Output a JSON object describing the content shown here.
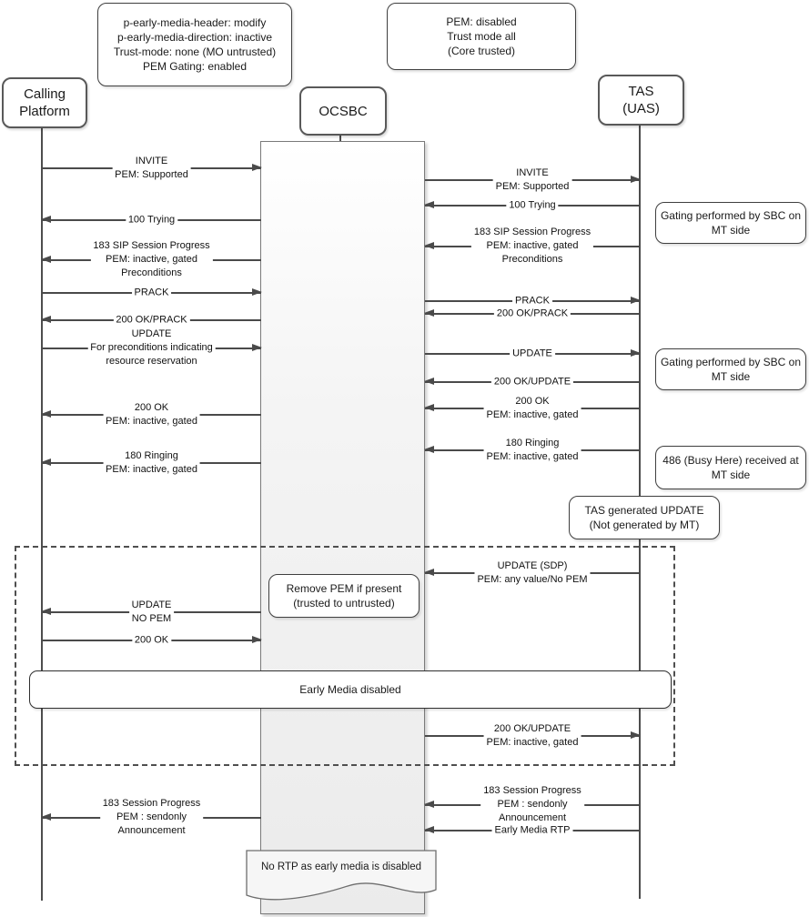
{
  "colors": {
    "line": "#4a4a4a",
    "border": "#595959",
    "note_border": "#3f3f3f",
    "activation_fill": "#ebebeb",
    "background": "#ffffff"
  },
  "diagram": {
    "actors": [
      {
        "label": "Calling\nPlatform"
      },
      {
        "label": "OCSBC"
      },
      {
        "label": "TAS\n(UAS)"
      }
    ],
    "config_notes": [
      {
        "text": "p-early-media-header: modify\np-early-media-direction: inactive\nTrust-mode: none (MO untrusted)\nPEM Gating: enabled"
      },
      {
        "text": "PEM: disabled\nTrust mode all\n(Core trusted)"
      }
    ],
    "side_notes": [
      {
        "text": "Gating performed by SBC on\nMT side"
      },
      {
        "text": "Gating performed by SBC on\nMT side"
      },
      {
        "text": "486 (Busy Here) received at\nMT side"
      },
      {
        "text": "TAS generated UPDATE\n(Not generated by MT)"
      },
      {
        "text": "Remove PEM if present\n(trusted to untrusted)"
      }
    ],
    "left_messages": [
      {
        "label": "INVITE\nPEM: Supported",
        "direction": "right"
      },
      {
        "label": "100 Trying",
        "direction": "left"
      },
      {
        "label": "183 SIP Session Progress\nPEM: inactive, gated\nPreconditions",
        "direction": "left"
      },
      {
        "label": "PRACK",
        "direction": "right"
      },
      {
        "label": "200 OK/PRACK",
        "direction": "left"
      },
      {
        "label": "UPDATE\nFor preconditions indicating\nresource reservation",
        "direction": "right"
      },
      {
        "label": "200 OK\nPEM: inactive, gated",
        "direction": "left"
      },
      {
        "label": "180 Ringing\nPEM: inactive, gated",
        "direction": "left"
      },
      {
        "label": "UPDATE\nNO PEM",
        "direction": "left"
      },
      {
        "label": "200 OK",
        "direction": "right"
      },
      {
        "label": "183 Session Progress\nPEM : sendonly\nAnnouncement",
        "direction": "left"
      }
    ],
    "right_messages": [
      {
        "label": "INVITE\nPEM: Supported",
        "direction": "right"
      },
      {
        "label": "100 Trying",
        "direction": "left"
      },
      {
        "label": "183 SIP Session Progress\nPEM: inactive, gated\nPreconditions",
        "direction": "left"
      },
      {
        "label": "PRACK",
        "direction": "right"
      },
      {
        "label": "200 OK/PRACK",
        "direction": "left"
      },
      {
        "label": "UPDATE",
        "direction": "right"
      },
      {
        "label": "200 OK/UPDATE",
        "direction": "left"
      },
      {
        "label": "200 OK\nPEM: inactive, gated",
        "direction": "left"
      },
      {
        "label": "180 Ringing\nPEM: inactive, gated",
        "direction": "left"
      },
      {
        "label": "UPDATE (SDP)\nPEM: any value/No PEM",
        "direction": "left"
      },
      {
        "label": "200 OK/UPDATE\nPEM: inactive, gated",
        "direction": "right"
      },
      {
        "label": "183 Session Progress\nPEM : sendonly\nAnnouncement",
        "direction": "left"
      },
      {
        "label": "Early Media RTP",
        "direction": "left"
      }
    ],
    "band_label": "Early Media disabled",
    "doc_note": "No RTP as early media is disabled"
  }
}
